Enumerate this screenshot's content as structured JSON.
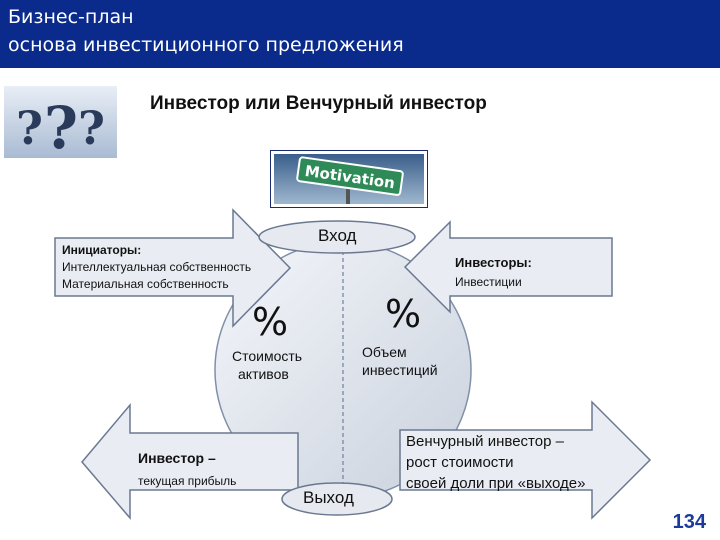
{
  "header": {
    "line1": "Бизнес-план",
    "line2": "основа инвестиционного предложения"
  },
  "subtitle": "Инвестор или Венчурный инвестор",
  "motivation_sign": "Motivation",
  "diagram": {
    "top": "Вход",
    "bottom": "Выход",
    "left_pct": "%",
    "right_pct": "%",
    "left_caption_1": "Стоимость",
    "left_caption_2": "активов",
    "right_caption_1": "Объем",
    "right_caption_2": "инвестиций"
  },
  "initiators": {
    "title": "Инициаторы:",
    "line1": "Интеллектуальная собственность",
    "line2": "Материальная собственность"
  },
  "investors": {
    "title": "Инвесторы:",
    "line1": "Инвестиции"
  },
  "investor": {
    "title": "Инвестор –",
    "line1": "текущая прибыль"
  },
  "venture": {
    "line1": "Венчурный инвестор –",
    "line2": "рост стоимости",
    "line3": "своей доли при «выходе»"
  },
  "page_number": "134",
  "colors": {
    "header_bg": "#0a2a8c",
    "arrow_fill": "#e9edf3",
    "circle_fill": "#dfe4ec",
    "page_number": "#1a3a9c"
  }
}
